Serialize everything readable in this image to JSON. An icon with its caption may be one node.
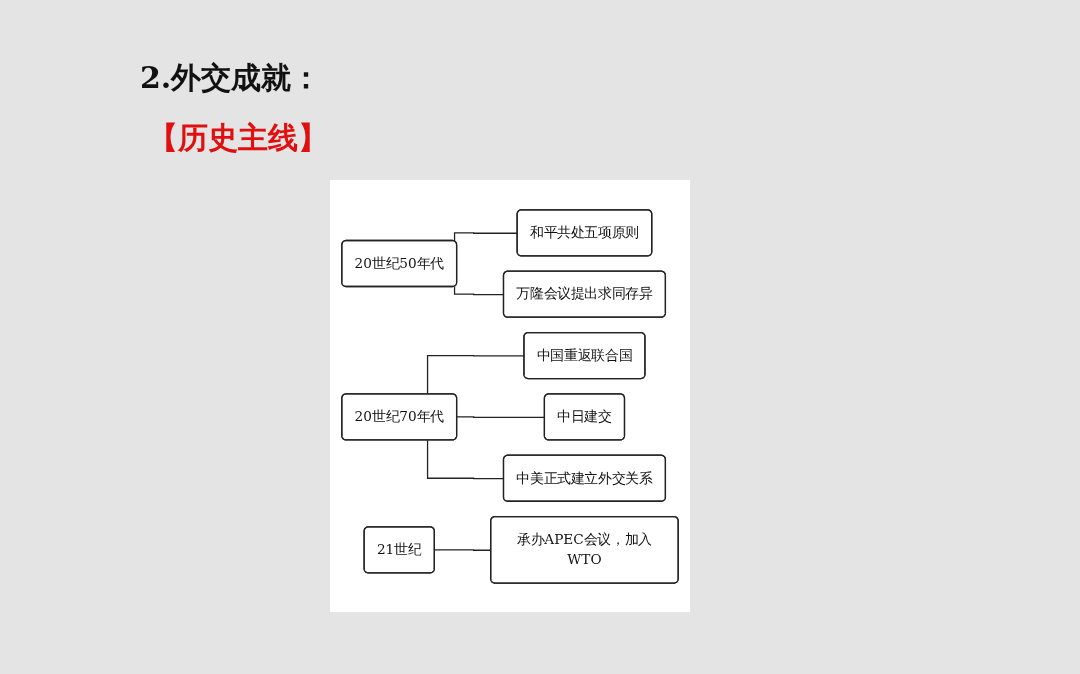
{
  "diagram": {
    "title": "2.外交成就：",
    "nodes": [
      {
        "text": [
          "20世纪50年代"
        ]
      },
      {
        "text": [
          "和平共处五项原则"
        ]
      },
      {
        "text": [
          "万隆会议提出求同存异"
        ]
      },
      {
        "text": [
          "20世纪70年代"
        ]
      },
      {
        "text": [
          "中国重返联合国"
        ]
      },
      {
        "text": [
          "中日建交"
        ]
      },
      {
        "text": [
          "中美正式建立外交关系"
        ]
      },
      {
        "text": [
          "21世纪"
        ]
      },
      {
        "text": [
          "承办APEC会议，加入WTO"
        ]
      }
    ],
    "edges": [
      {
        "from": 0,
        "to": 1,
        "arrow": "none"
      },
      {
        "from": 0,
        "to": 2,
        "arrow": "none"
      },
      {
        "from": 3,
        "to": 4,
        "arrow": "none"
      },
      {
        "from": 3,
        "to": 5,
        "arrow": "none"
      },
      {
        "from": 3,
        "to": 6,
        "arrow": "none"
      },
      {
        "from": 7,
        "to": 8,
        "arrow": "none"
      }
    ],
    "labels": [
      "【历史主线】"
    ]
  }
}
